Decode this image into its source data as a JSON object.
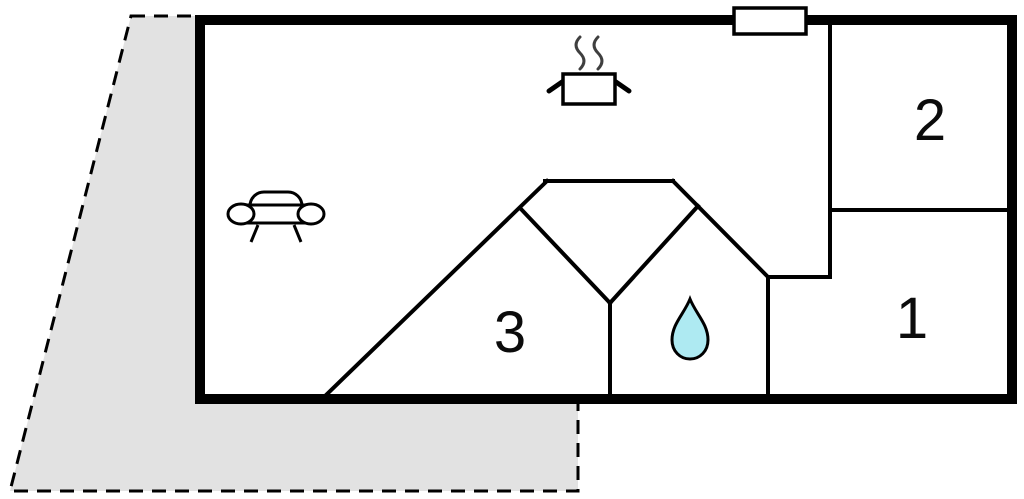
{
  "floorplan": {
    "type": "holiday-home floor plan",
    "rooms": [
      {
        "id": "room-2",
        "label": "2"
      },
      {
        "id": "room-1",
        "label": "1"
      },
      {
        "id": "room-3",
        "label": "3"
      }
    ],
    "icons": {
      "sofa": "sofa-icon",
      "cooking_pot": "cooking-pot-icon",
      "steam": "steam-icon",
      "water_drop": "water-drop-icon",
      "window": "window-marker"
    },
    "colors": {
      "wall": "#000000",
      "floor_fill": "#ffffff",
      "terrace_fill": "#e2e2e2",
      "water_drop_fill": "#aeeaf2",
      "steam": "#3f3f3f"
    }
  }
}
